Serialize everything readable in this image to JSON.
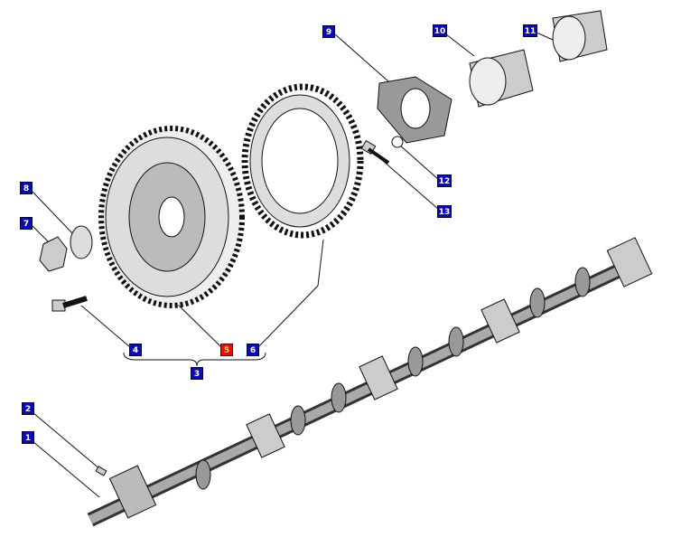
{
  "diagram": {
    "type": "exploded parts diagram - camshaft and timing gear",
    "callouts": [
      {
        "id": "1",
        "label": "1",
        "highlighted": false
      },
      {
        "id": "2",
        "label": "2",
        "highlighted": false
      },
      {
        "id": "3",
        "label": "3",
        "highlighted": false
      },
      {
        "id": "4",
        "label": "4",
        "highlighted": false
      },
      {
        "id": "5",
        "label": "5",
        "highlighted": true
      },
      {
        "id": "6",
        "label": "6",
        "highlighted": false
      },
      {
        "id": "7",
        "label": "7",
        "highlighted": false
      },
      {
        "id": "8",
        "label": "8",
        "highlighted": false
      },
      {
        "id": "9",
        "label": "9",
        "highlighted": false
      },
      {
        "id": "10",
        "label": "10",
        "highlighted": false
      },
      {
        "id": "11",
        "label": "11",
        "highlighted": false
      },
      {
        "id": "12",
        "label": "12",
        "highlighted": false
      },
      {
        "id": "13",
        "label": "13",
        "highlighted": false
      }
    ],
    "colors": {
      "callout": "#0b0bb0",
      "highlight": "#e01010",
      "highlight_text": "#ffd040"
    }
  }
}
